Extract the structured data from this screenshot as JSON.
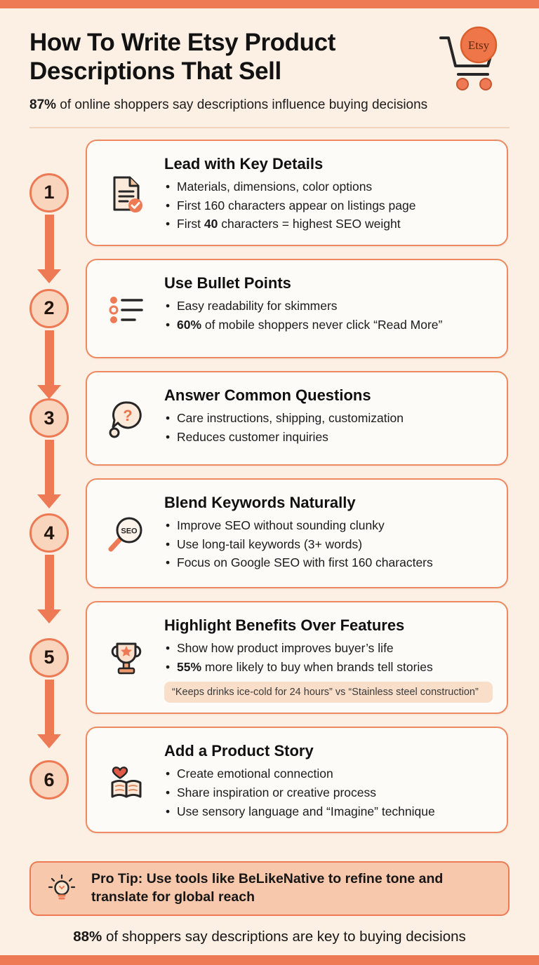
{
  "theme": {
    "accent": "#ED7A54",
    "background": "#FCEFE4",
    "card_background": "#FDFBF8",
    "card_border": "#ED8A61",
    "circle_fill": "#F9D5BE",
    "protip_fill": "#F7C8AC",
    "example_fill": "#F9DFC9",
    "text": "#1A1A1A"
  },
  "header": {
    "title_line1": "How To Write Etsy Product",
    "title_line2": "Descriptions That Sell",
    "stat_bold": "87%",
    "stat_text": " of online shoppers say descriptions influence buying decisions",
    "cart_logo_text": "Etsy",
    "cart_icon": "cart-icon"
  },
  "steps": [
    {
      "number": "1",
      "icon": "document-check-icon",
      "title": "Lead with Key Details",
      "bullets": [
        [
          {
            "text": "Materials, dimensions, color options",
            "bold": false
          }
        ],
        [
          {
            "text": "First 160 characters appear on listings page",
            "bold": false
          }
        ],
        [
          {
            "text": "First ",
            "bold": false
          },
          {
            "text": "40",
            "bold": true
          },
          {
            "text": " characters = highest SEO weight",
            "bold": false
          }
        ]
      ]
    },
    {
      "number": "2",
      "icon": "bullet-list-icon",
      "title": "Use Bullet Points",
      "bullets": [
        [
          {
            "text": "Easy readability for skimmers",
            "bold": false
          }
        ],
        [
          {
            "text": "60%",
            "bold": true
          },
          {
            "text": " of mobile shoppers never click “Read More”",
            "bold": false
          }
        ]
      ]
    },
    {
      "number": "3",
      "icon": "question-bubble-icon",
      "title": "Answer Common Questions",
      "bullets": [
        [
          {
            "text": "Care instructions, shipping, customization",
            "bold": false
          }
        ],
        [
          {
            "text": "Reduces customer inquiries",
            "bold": false
          }
        ]
      ]
    },
    {
      "number": "4",
      "icon": "seo-magnifier-icon",
      "title": "Blend Keywords Naturally",
      "bullets": [
        [
          {
            "text": "Improve SEO without sounding clunky",
            "bold": false
          }
        ],
        [
          {
            "text": "Use long-tail keywords (3+ words)",
            "bold": false
          }
        ],
        [
          {
            "text": "Focus on Google SEO with first 160 characters",
            "bold": false
          }
        ]
      ]
    },
    {
      "number": "5",
      "icon": "trophy-icon",
      "title": "Highlight Benefits Over Features",
      "bullets": [
        [
          {
            "text": "Show how product improves buyer’s life",
            "bold": false
          }
        ],
        [
          {
            "text": "55%",
            "bold": true
          },
          {
            "text": " more likely to buy when brands tell stories",
            "bold": false
          }
        ]
      ],
      "example": "“Keeps drinks ice-cold for 24 hours” vs “Stainless steel construction”"
    },
    {
      "number": "6",
      "icon": "book-heart-icon",
      "title": "Add a Product Story",
      "bullets": [
        [
          {
            "text": "Create emotional connection",
            "bold": false
          }
        ],
        [
          {
            "text": "Share inspiration or creative process",
            "bold": false
          }
        ],
        [
          {
            "text": "Use sensory language and “Imagine” technique",
            "bold": false
          }
        ]
      ]
    }
  ],
  "pro_tip": {
    "icon": "lightbulb-icon",
    "text": "Pro Tip: Use tools like BeLikeNative to refine tone and translate for global reach"
  },
  "footer": {
    "stat_bold": "88%",
    "stat_text": " of shoppers say descriptions are key to buying decisions"
  }
}
